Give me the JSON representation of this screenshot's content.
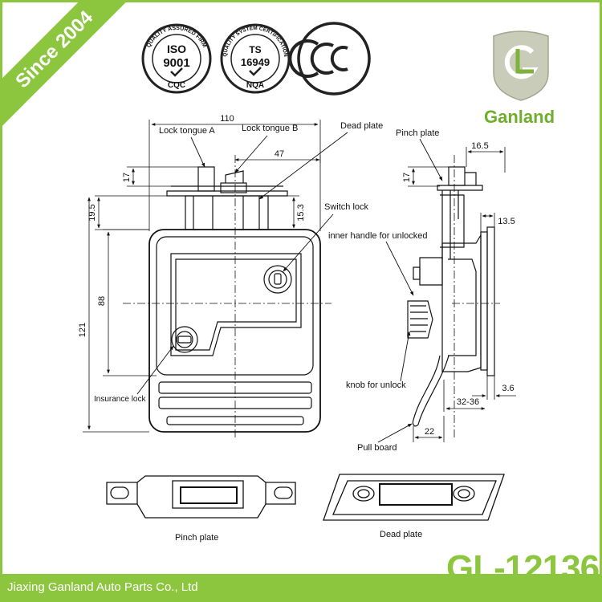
{
  "banner": {
    "since": "Since 2004"
  },
  "certs": {
    "iso_ring": "QUALITY ASSURED FIRM",
    "iso_line1": "ISO",
    "iso_line2": "9001",
    "iso_bottom": "CQC",
    "ts_ring": "QUALITY SYSTEM CERTIFICATION",
    "ts_line1": "TS",
    "ts_line2": "16949",
    "ts_bottom": "NQA",
    "ccc": "CCC"
  },
  "brand": {
    "name": "Ganland"
  },
  "labels": {
    "lock_tongue_a": "Lock tongue A",
    "lock_tongue_b": "Lock tongue B",
    "dead_plate": "Dead plate",
    "pinch_plate": "Pinch plate",
    "switch_lock": "Switch lock",
    "inner_handle": "inner handle for unlocked",
    "insurance_lock": "Insurance lock",
    "knob_for_unlock": "knob for unlock",
    "pull_board": "Pull board",
    "caption_pinch_plate": "Pinch plate",
    "caption_dead_plate": "Dead plate"
  },
  "dimensions": {
    "d110": "110",
    "d47": "47",
    "d17_front": "17",
    "d19_5": "19.5",
    "d15_3": "15.3",
    "d88": "88",
    "d121": "121",
    "d16_5": "16.5",
    "d17_side": "17",
    "d13_5": "13.5",
    "d3_6": "3.6",
    "d32_36": "32-36",
    "d22": "22"
  },
  "product": {
    "model": "GL-12136"
  },
  "footer": {
    "company": "Jiaxing Ganland Auto Parts Co., Ltd"
  },
  "colors": {
    "accent": "#8cc63f",
    "brand_text": "#6fae2c",
    "line": "#111111"
  }
}
